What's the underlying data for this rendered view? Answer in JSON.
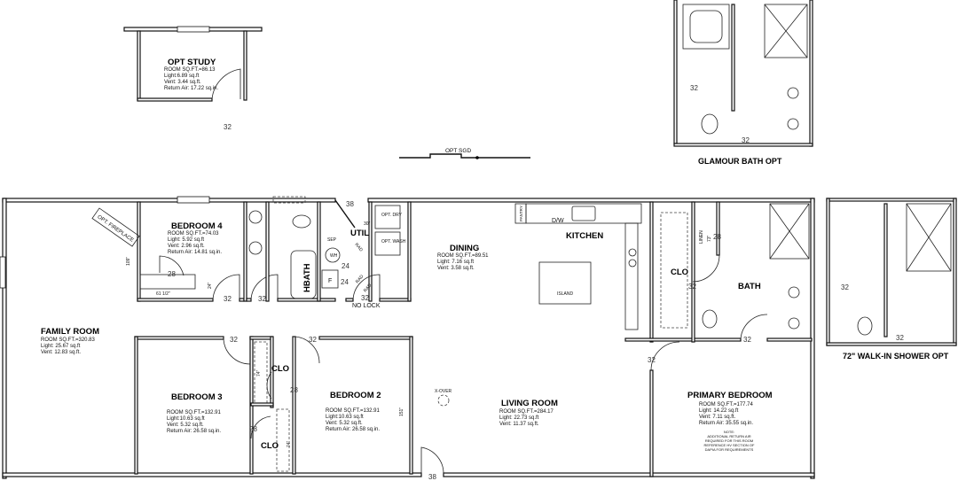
{
  "plan": {
    "opt_study": {
      "title": "OPT STUDY",
      "sqft": "ROOM SQ.FT.=86.13",
      "light": "Light:6.89  sq.ft",
      "vent": "Vent:  3.44  sq.ft.",
      "return_air": "Return  Air:  17.22  sq.in.",
      "door": "32"
    },
    "opt_sgd": "OPT SGD",
    "glamour_bath": {
      "label": "GLAMOUR BATH OPT",
      "door1": "32",
      "door2": "32"
    },
    "walkin_shower": {
      "label": "72\" WALK-IN SHOWER OPT",
      "door1": "32",
      "door2": "32"
    },
    "bedroom4": {
      "title": "BEDROOM 4",
      "sqft": "ROOM  SQ.FT.=74.03",
      "light": "Light: 5.92  sq.ft",
      "vent": "Vent:  2.96  sq.ft.",
      "return_air": "Return  Air:  14.81  sq.in.",
      "closet_door": "28",
      "closet_width": "61 1/2\"",
      "closet_depth": "24\"",
      "wall_dim": "109\"",
      "door": "32"
    },
    "fireplace": "OPT. FIREPLACE",
    "family_room": {
      "title": "FAMILY ROOM",
      "sqft": "ROOM  SQ.FT.=320.83",
      "light": "Light: 25.67  sq.ft",
      "vent": "Vent:  12.83  sq.ft."
    },
    "hbath": {
      "title": "HBATH",
      "door": "32",
      "f": "F"
    },
    "util": {
      "title": "UTIL",
      "dim": "30\"",
      "dryer": "OPT. DRY",
      "washer": "OPT. WASH",
      "sep": "SEP",
      "wh": "WH",
      "rad1": "RAD",
      "rad2": "RAD",
      "rad3": "RAD",
      "d24a": "24",
      "d24b": "24",
      "door": "32",
      "no_lock": "NO LOCK",
      "entry": "38"
    },
    "dining": {
      "title": "DINING",
      "sqft": "ROOM  SQ.FT.=89.51",
      "light": "Light: 7.16  sq.ft",
      "vent": "Vent:  3.58  sq.ft."
    },
    "kitchen": {
      "title": "KITCHEN",
      "pantry": "PANTRY",
      "dw": "D/W",
      "island": "ISLAND"
    },
    "clo_master": {
      "title": "CLO",
      "door": "32"
    },
    "bath": {
      "title": "BATH",
      "linen": "LINEN",
      "linen_dim": "73\"",
      "linen_door": "28",
      "door": "32"
    },
    "hall_door": "32",
    "bedroom3": {
      "title": "BEDROOM 3",
      "sqft": "ROOM  SQ.FT.=132.91",
      "light": "Light:10.63  sq.ft",
      "vent": "Vent:  5.32  sq.ft.",
      "return_air": "Return  Air:  26.58  sq.in.",
      "door": "32",
      "closet_door": "28"
    },
    "bedroom2": {
      "title": "BEDROOM 2",
      "sqft": "ROOM  SQ.FT.=132.91",
      "light": "Light:10.63  sq.ft",
      "vent": "Vent:  5.32  sq.ft.",
      "return_air": "Return  Air:  26.58  sq.in.",
      "door": "32",
      "closet_door": "28",
      "wall_dim": "151\""
    },
    "clo_upper": {
      "title": "CLO",
      "dim": "74\""
    },
    "clo_lower": {
      "title": "CLO",
      "dim": "74\""
    },
    "living_room": {
      "title": "LIVING ROOM",
      "sqft": "ROOM  SQ.FT.=284.17",
      "light": "Light: 22.73  sq.ft",
      "vent": "Vent:  11.37  sq.ft.",
      "xover": "X-OVER",
      "front_door": "38"
    },
    "primary_bedroom": {
      "title": "PRIMARY BEDROOM",
      "sqft": "ROOM  SQ.FT.=177.74",
      "light": "Light: 14.22  sq.ft",
      "vent": "Vent:  7.11  sq.ft.",
      "return_air": "Return  Air:  35.55  sq.in.",
      "note": [
        "NOTE:",
        "ADDITIONAL RETURN AIR",
        "REQUIRED FOR THIS ROOM",
        "REFERENCE HV SECTION OF",
        "DAPIA FOR REQUIREMENTS"
      ]
    }
  }
}
